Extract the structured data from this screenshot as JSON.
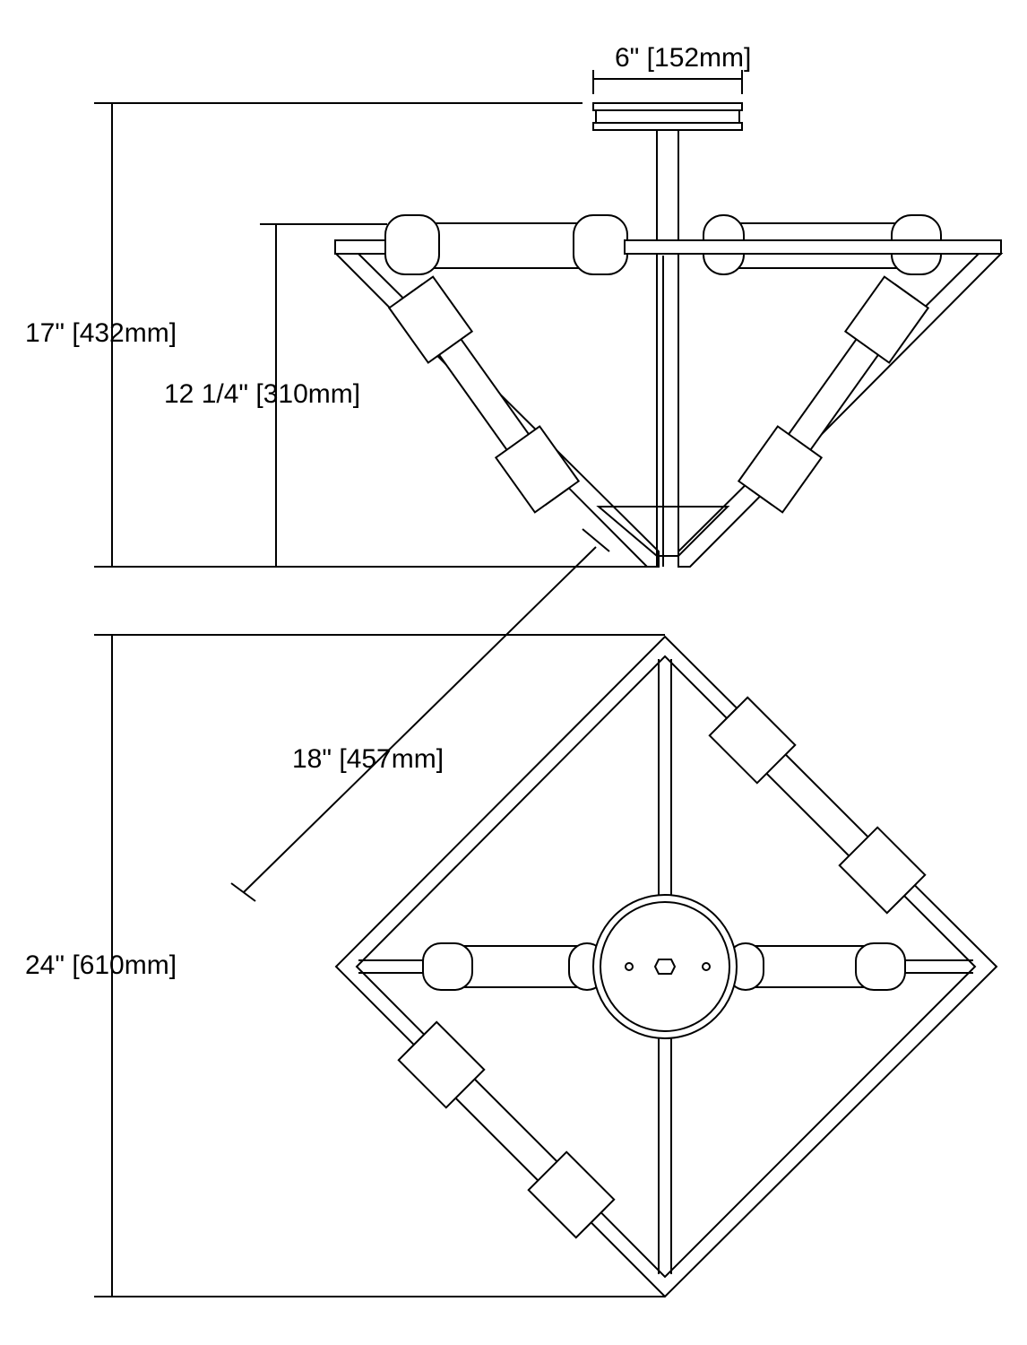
{
  "dimensions": {
    "canopy_width": "6\" [152mm]",
    "overall_height": "17\" [432mm]",
    "body_height": "12 1/4\" [310mm]",
    "side_width": "18\" [457mm]",
    "diagonal_width": "24\" [610mm]"
  },
  "colors": {
    "line": "#000000",
    "background": "#ffffff"
  }
}
